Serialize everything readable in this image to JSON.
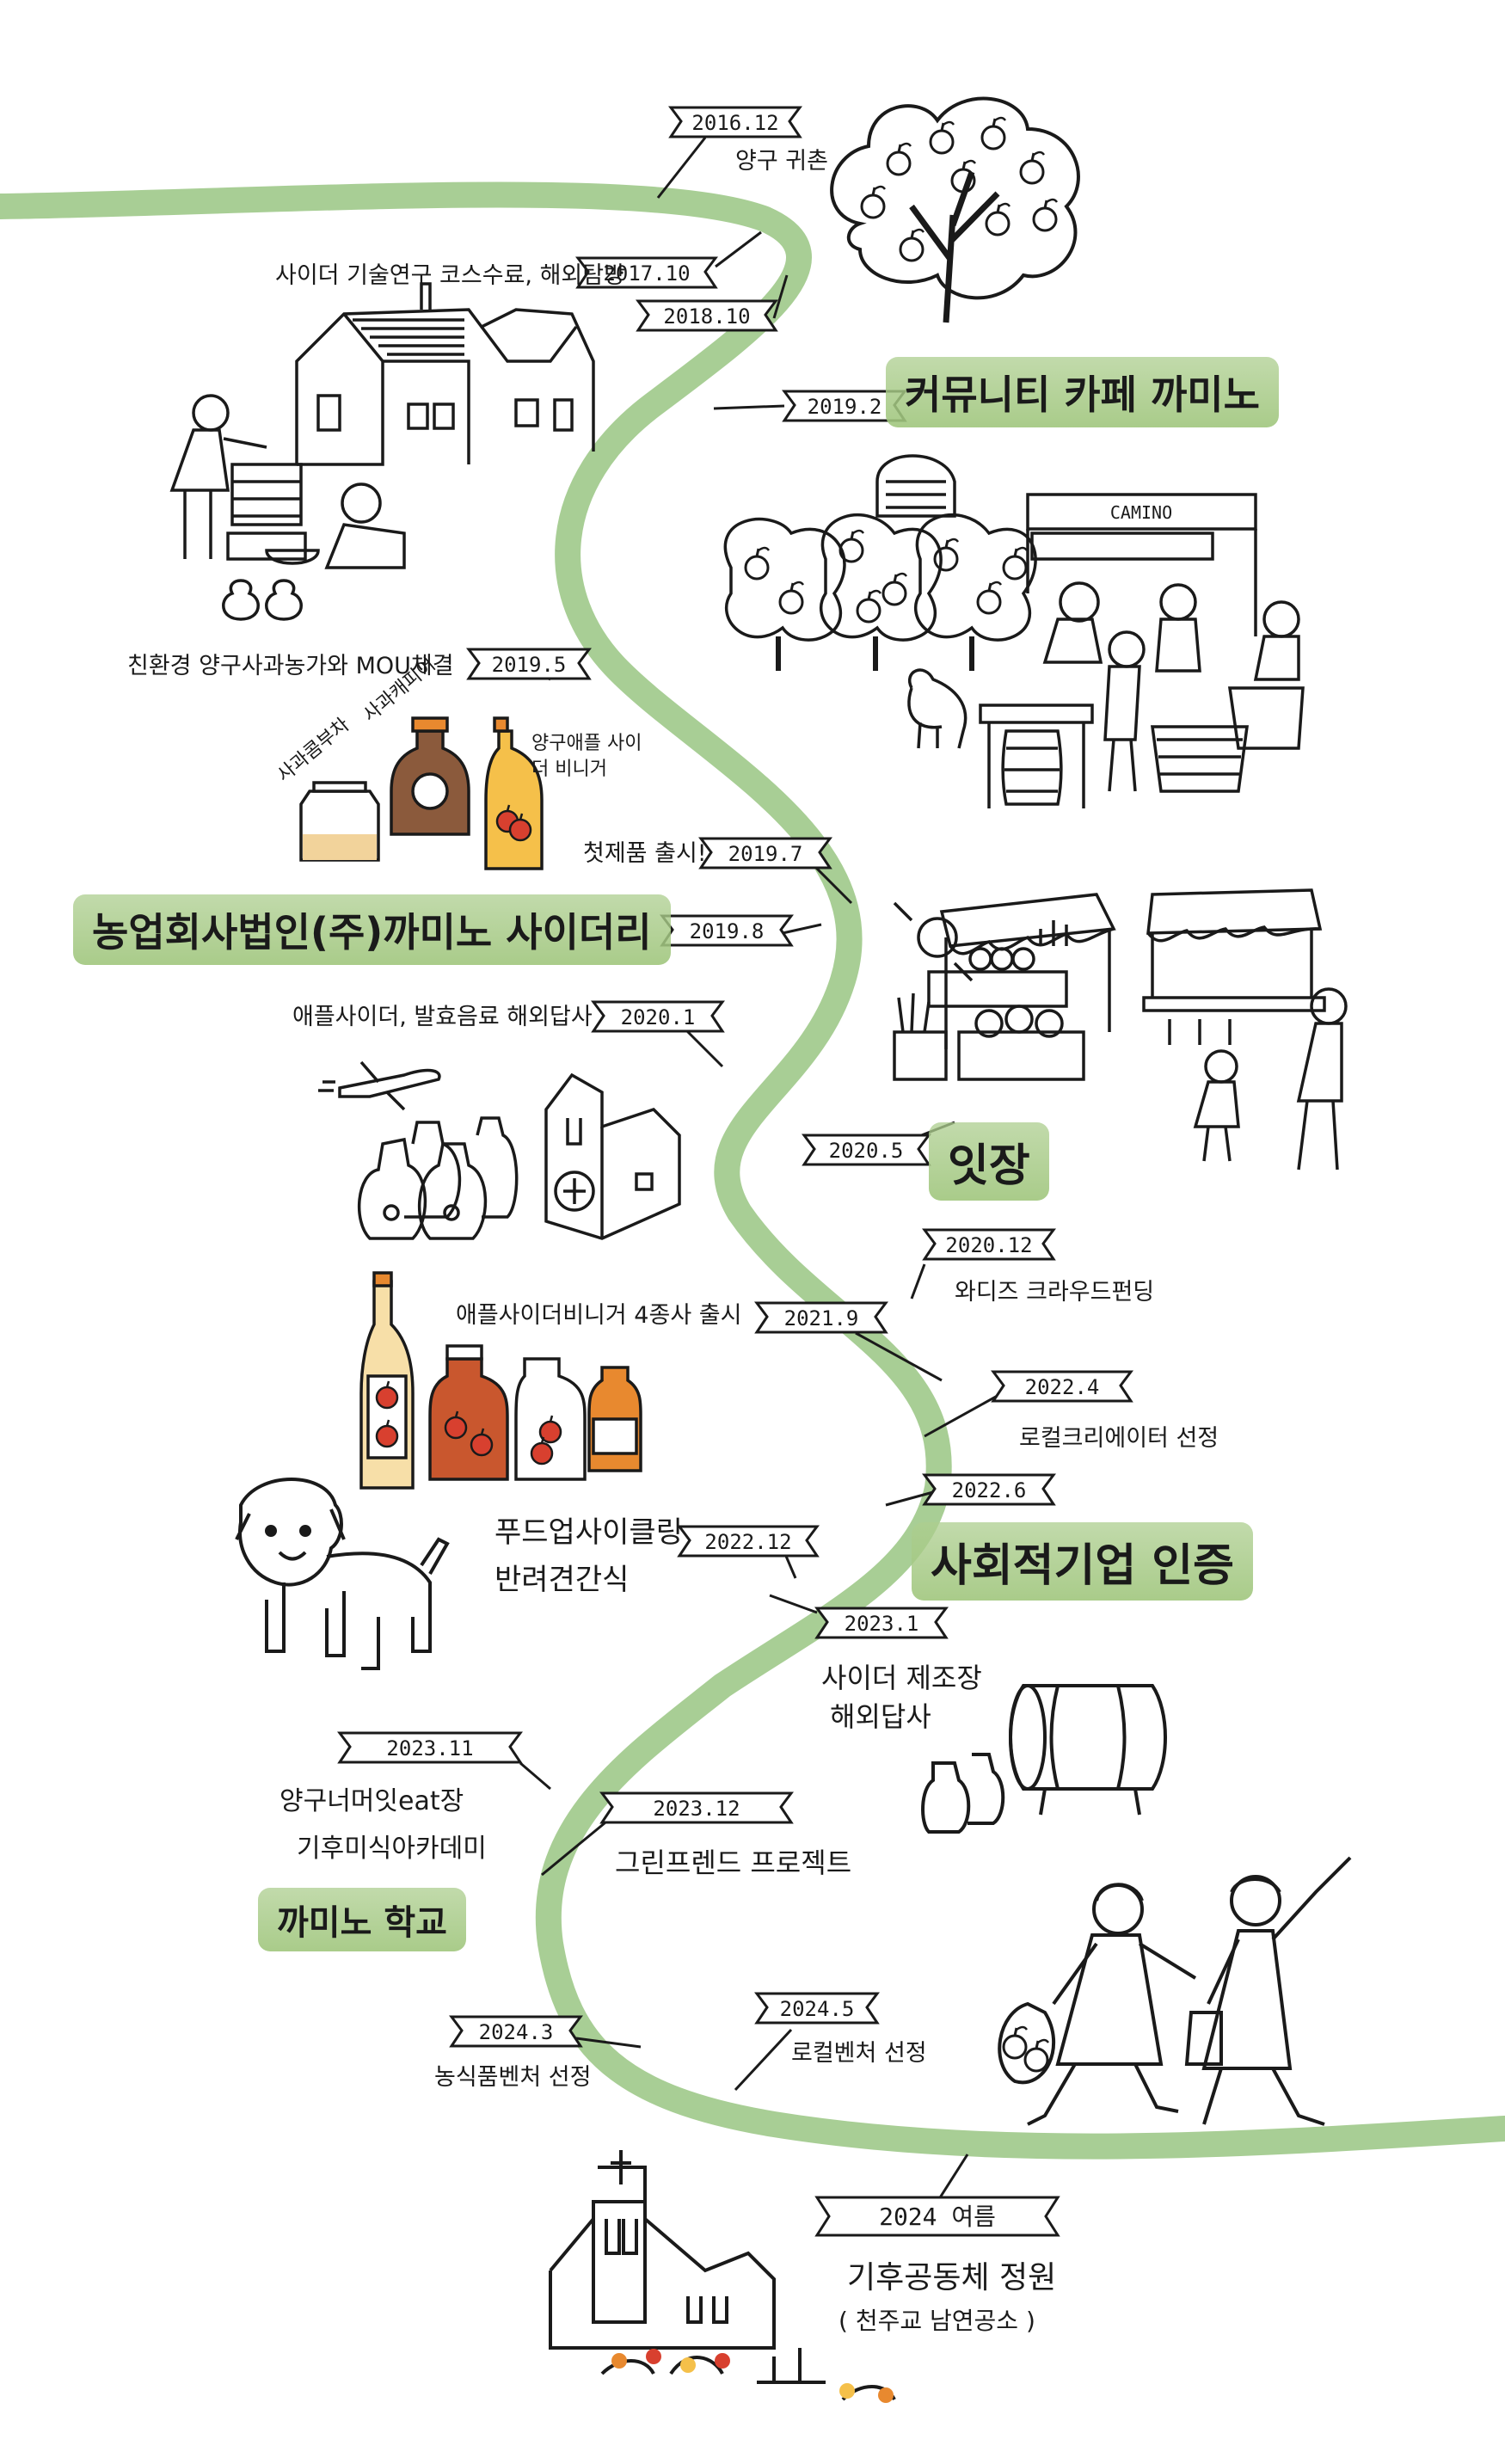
{
  "colors": {
    "river": "#9fc98a",
    "highlight": "#a9cf8c",
    "ink": "#1a1a1a",
    "accent_orange": "#e8892f",
    "accent_red": "#d8402f"
  },
  "milestones": {
    "m_2016_12": {
      "date": "2016.12",
      "text": "양구 귀촌"
    },
    "m_2017_10": {
      "date": "2017.10",
      "text": "사이더 기술연구 코스수료, 해외탐방"
    },
    "m_2018_10": {
      "date": "2018.10"
    },
    "m_2019_2": {
      "date": "2019.2",
      "text": "커뮤니티 카페 까미노"
    },
    "m_2019_5": {
      "date": "2019.5",
      "text": "친환경 양구사과농가와 MOU체결"
    },
    "m_2019_7": {
      "date": "2019.7",
      "text": "첫제품 출시!"
    },
    "m_2019_8": {
      "date": "2019.8",
      "text": "농업회사법인(주)까미노 사이더리"
    },
    "m_2020_1": {
      "date": "2020.1",
      "text": "애플사이더, 발효음료 해외답사"
    },
    "m_2020_5": {
      "date": "2020.5",
      "text": "잇장"
    },
    "m_2020_12": {
      "date": "2020.12",
      "text": "와디즈 크라우드펀딩"
    },
    "m_2021_9": {
      "date": "2021.9",
      "text": "애플사이더비니거 4종사 출시"
    },
    "m_2022_4": {
      "date": "2022.4",
      "text": "로컬크리에이터 선정"
    },
    "m_2022_6": {
      "date": "2022.6",
      "text": "사회적기업 인증"
    },
    "m_2022_12": {
      "date": "2022.12",
      "line1": "푸드업사이클링",
      "line2": "반려견간식"
    },
    "m_2023_1": {
      "date": "2023.1",
      "line1": "사이더 제조장",
      "line2": "해외답사"
    },
    "m_2023_11": {
      "date": "2023.11",
      "line1": "양구너머잇eat장",
      "line2": "기후미식아카데미",
      "highlight": "까미노 학교"
    },
    "m_2023_12": {
      "date": "2023.12",
      "text": "그린프렌드 프로젝트"
    },
    "m_2024_3": {
      "date": "2024.3",
      "text": "농식품벤처 선정"
    },
    "m_2024_5": {
      "date": "2024.5",
      "text": "로컬벤처 선정"
    },
    "m_2024_summer": {
      "date": "2024 여름",
      "line1": "기후공동체 정원",
      "line2": "( 천주교 남연공소 )"
    }
  },
  "illustrations": {
    "jar_labels": {
      "tea": "사과콤부차",
      "capper": "사과캐피어",
      "vinegar": "양구애플 사이더 비니거"
    },
    "camino_sign": "CAMINO"
  }
}
